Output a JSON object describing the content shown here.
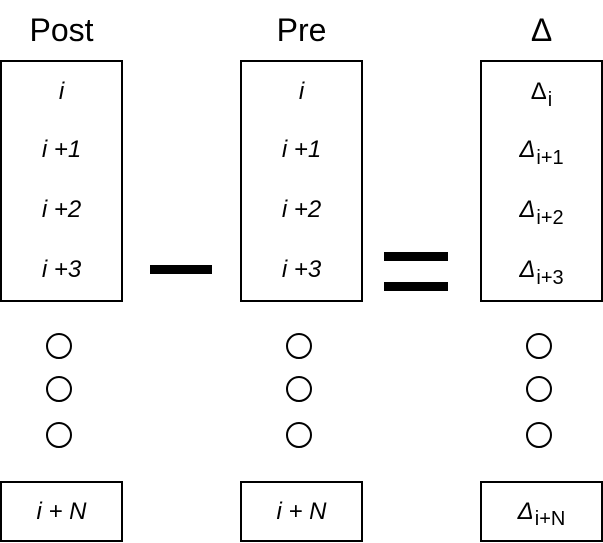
{
  "columns": {
    "post": {
      "header": "Post",
      "cells": [
        "i",
        "i +1",
        "i +2",
        "i +3"
      ],
      "last": "i + N"
    },
    "pre": {
      "header": "Pre",
      "cells": [
        "i",
        "i +1",
        "i +2",
        "i +3"
      ],
      "last": "i + N"
    },
    "delta": {
      "header": "Δ",
      "symbol": "Δ",
      "subscripts": [
        "i",
        "i+1",
        "i+2",
        "i+3"
      ],
      "last_subscript": "i+N"
    }
  },
  "operators": {
    "minus": "minus-sign",
    "equals": "equals-sign"
  }
}
